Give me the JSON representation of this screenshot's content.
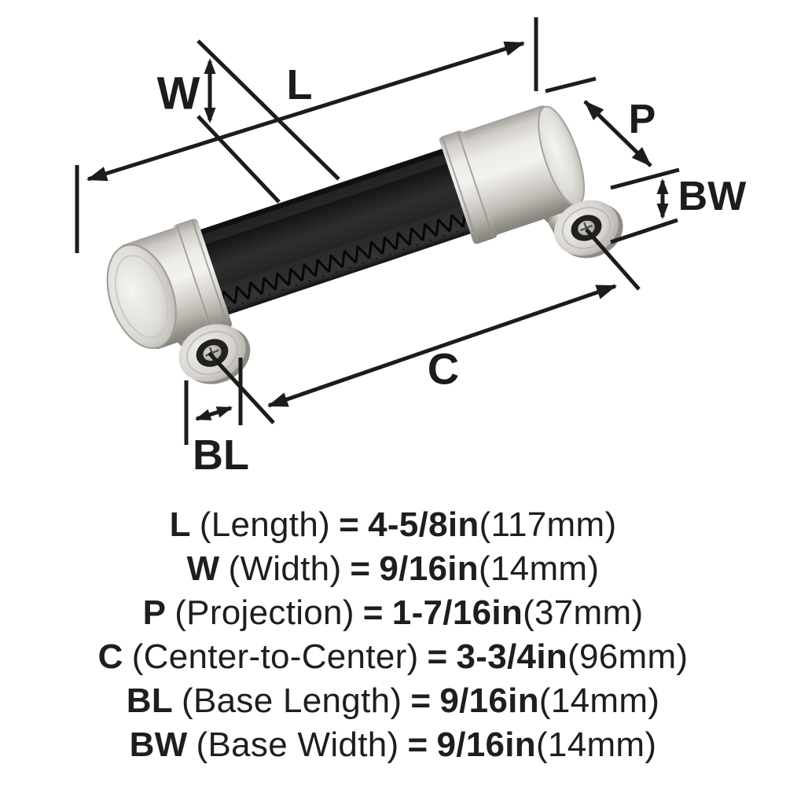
{
  "diagram": {
    "title": "Cabinet pull hardware dimension diagram",
    "labels": {
      "L": "L",
      "W": "W",
      "P": "P",
      "BW": "BW",
      "C": "C",
      "BL": "BL"
    }
  },
  "specs": {
    "rows": [
      {
        "key": "L",
        "name": "(Length)",
        "eq": "=",
        "imperial": "4-5/8in",
        "metric": "(117mm)"
      },
      {
        "key": "W",
        "name": "(Width)",
        "eq": "=",
        "imperial": "9/16in",
        "metric": "(14mm)"
      },
      {
        "key": "P",
        "name": "(Projection)",
        "eq": "=",
        "imperial": "1-7/16in",
        "metric": "(37mm)"
      },
      {
        "key": "C",
        "name": "(Center-to-Center)",
        "eq": "=",
        "imperial": "3-3/4in",
        "metric": "(96mm)"
      },
      {
        "key": "BL",
        "name": "(Base Length)",
        "eq": "=",
        "imperial": "9/16in",
        "metric": "(14mm)"
      },
      {
        "key": "BW",
        "name": "(Base Width)",
        "eq": "=",
        "imperial": "9/16in",
        "metric": "(14mm)"
      }
    ]
  },
  "colors": {
    "background": "#ffffff",
    "dimension_lines": "#1c1c1c",
    "text": "#1e1e1e",
    "leather_bar": "#161616",
    "satin_nickel": "#d6d3ce"
  }
}
